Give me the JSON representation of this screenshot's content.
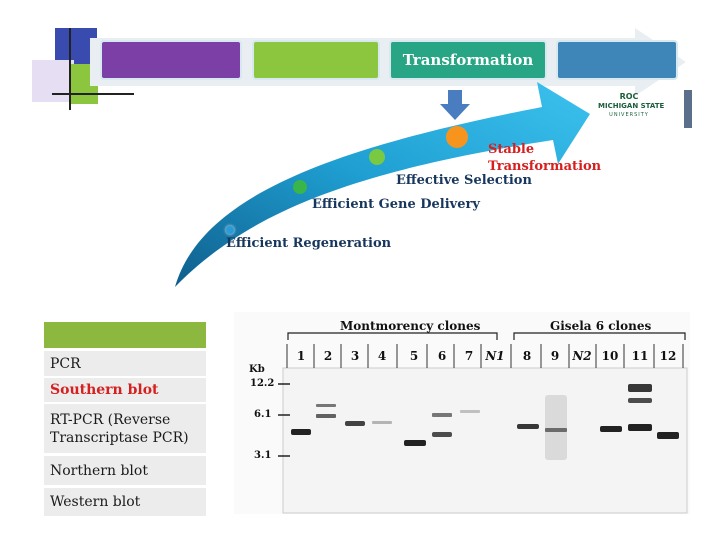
{
  "process_bar": {
    "segments": [
      {
        "label": "",
        "color": "#7b3fa6"
      },
      {
        "label": "",
        "color": "#8cc63f"
      },
      {
        "label": "Transformation",
        "color": "#27a585"
      },
      {
        "label": "",
        "color": "#3e86b7"
      }
    ]
  },
  "logo": {
    "line1": "ROC",
    "line2": "MICHIGAN STATE",
    "line3": "UNIVERSITY"
  },
  "arrow_steps": [
    {
      "label": "Efficient Regeneration",
      "dot_color": "#2a9bd6"
    },
    {
      "label": "Efficient Gene Delivery",
      "dot_color": "#39b54a"
    },
    {
      "label": "Effective Selection",
      "dot_color": "#7ac943"
    },
    {
      "label": "Transformation",
      "dot_color": "#f7941d"
    }
  ],
  "stable_label": {
    "line1": "Stable",
    "line2": "Transformation",
    "color": "#d62020"
  },
  "methods_table": {
    "header": "",
    "header_color": "#8cb83f",
    "rows": [
      {
        "label": "PCR",
        "highlight": false
      },
      {
        "label": "Southern blot",
        "highlight": true
      },
      {
        "label": "RT-PCR (Reverse Transcriptase PCR)",
        "highlight": false
      },
      {
        "label": "Northern blot",
        "highlight": false
      },
      {
        "label": "Western blot",
        "highlight": false
      }
    ]
  },
  "gel": {
    "group1": "Montmorency clones",
    "group2": "Gisela 6 clones",
    "kb_unit": "Kb",
    "markers": [
      "12.2",
      "6.1",
      "3.1"
    ],
    "lanes": [
      "1",
      "2",
      "3",
      "4",
      "5",
      "6",
      "7",
      "N1",
      "8",
      "9",
      "N2",
      "10",
      "11",
      "12"
    ]
  }
}
